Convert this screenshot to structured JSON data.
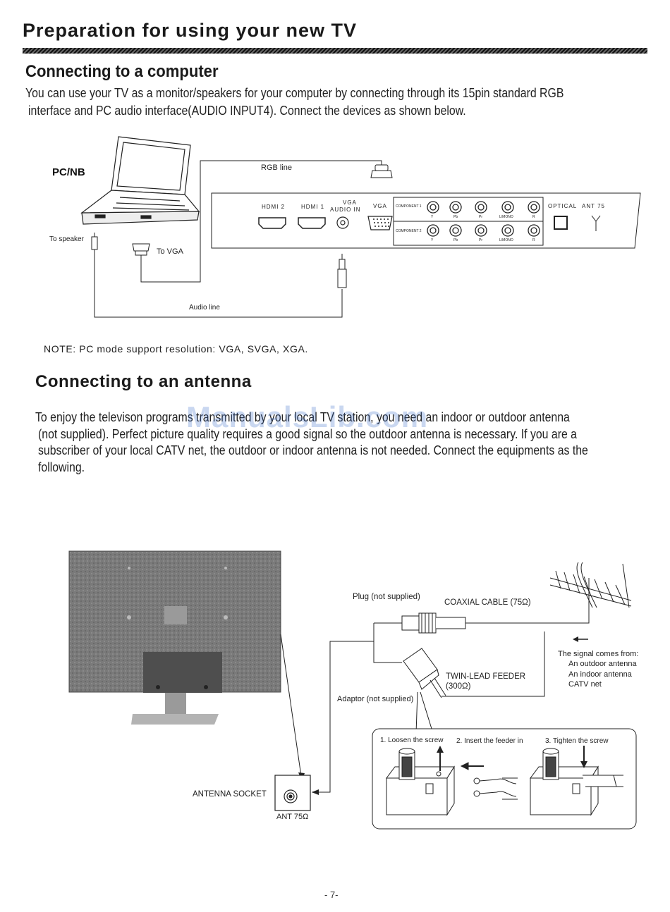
{
  "header": {
    "title": "Preparation for using your new TV"
  },
  "computer_section": {
    "heading": "Connecting to a  computer",
    "line1": "You can use your TV as a monitor/speakers for your computer by connecting through its 15pin standard RGB",
    "line2": "interface  and PC audio interface(AUDIO INPUT4). Connect the devices as shown below.",
    "diagram": {
      "pc_label": "PC/NB",
      "rgb_line": "RGB line",
      "to_speaker": "To speaker",
      "to_vga": "To VGA",
      "audio_line": "Audio line",
      "ports": {
        "hdmi2": "HDMI 2",
        "hdmi1": "HDMI 1",
        "vga_audio_in_1": "VGA",
        "vga_audio_in_2": "AUDIO IN",
        "vga": "VGA",
        "component1": "COMPONENT 1",
        "component2": "COMPONENT 2",
        "y": "Y",
        "pb": "Pb",
        "pr": "Pr",
        "lmono": "L/MONO",
        "r": "R",
        "optical": "OPTICAL",
        "ant": "ANT 75"
      }
    },
    "note": "NOTE: PC mode support resolution: VGA, SVGA, XGA."
  },
  "antenna_section": {
    "heading": "Connecting to an antenna",
    "line1": "To enjoy the televison programs transmitted by your local TV station, you need an indoor or outdoor antenna",
    "line2": "(not supplied). Perfect picture quality requires a good signal so the outdoor antenna is necessary. If you are a",
    "line3": "subscriber of your local CATV net, the outdoor or indoor antenna is not needed. Connect the equipments as the",
    "line4": "following.",
    "diagram": {
      "plug": "Plug (not supplied)",
      "coax": "COAXIAL CABLE (75Ω)",
      "signal_from": "The signal comes from:",
      "outdoor": "An outdoor antenna",
      "indoor": "An indoor antenna",
      "catv": "CATV net",
      "twin_lead_1": "TWIN-LEAD FEEDER",
      "twin_lead_2": "(300Ω)",
      "adaptor": "Adaptor (not supplied)",
      "antenna_socket": "ANTENNA SOCKET",
      "ant_75": "ANT 75Ω",
      "step1": "1. Loosen the screw",
      "step2": "2. Insert the feeder in",
      "step3": "3. Tighten the screw"
    }
  },
  "watermark": "ManualsLib.com",
  "footer": {
    "page_number": "- 7-"
  }
}
